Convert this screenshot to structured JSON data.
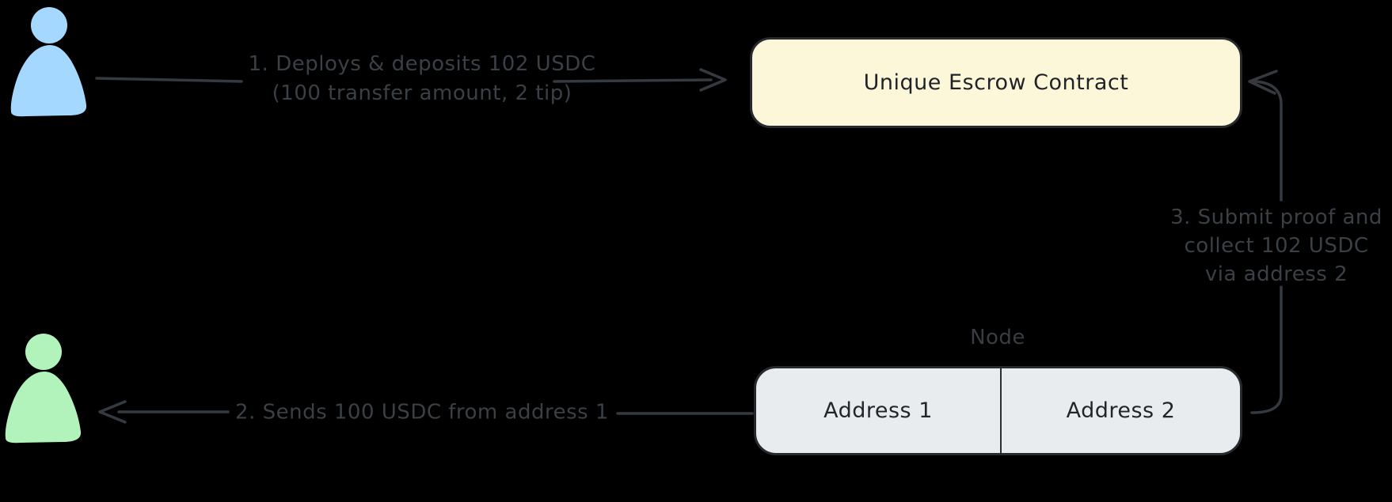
{
  "diagram": {
    "background_color": "#000000",
    "stroke_color": "#343a40",
    "actors": {
      "sender": {
        "icon": "person-icon",
        "color": "#a5d8ff"
      },
      "recipient": {
        "icon": "person-icon",
        "color": "#b2f2bb"
      }
    },
    "escrow": {
      "label": "Unique Escrow Contract",
      "fill_color": "#fcf7d9",
      "border_color": "#26292e"
    },
    "node": {
      "title": "Node",
      "fill_color": "#e9ecef",
      "border_color": "#26292e",
      "cells": [
        {
          "label": "Address 1"
        },
        {
          "label": "Address 2"
        }
      ]
    },
    "steps": [
      {
        "lines": [
          "1. Deploys & deposits 102 USDC",
          "(100 transfer amount, 2 tip)"
        ]
      },
      {
        "lines": [
          "2. Sends 100 USDC from address 1"
        ]
      },
      {
        "lines": [
          "3. Submit proof and",
          "collect 102 USDC",
          "via address 2"
        ]
      }
    ]
  }
}
